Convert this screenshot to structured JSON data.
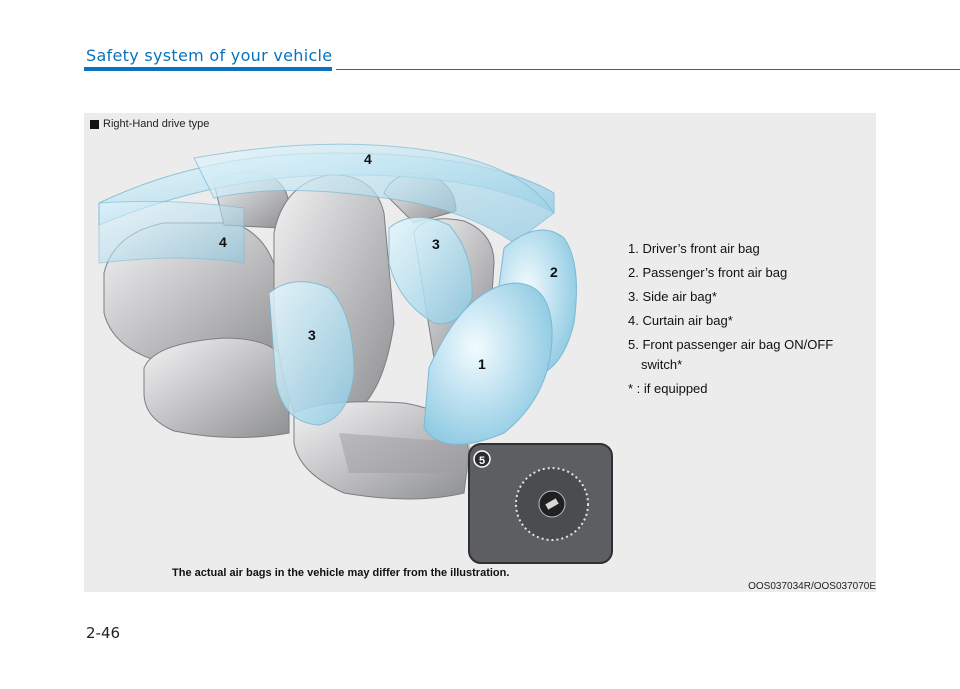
{
  "header": {
    "section_title": "Safety system of your vehicle"
  },
  "figure": {
    "label": "Right-Hand drive type",
    "callouts": {
      "c1": "1",
      "c2": "2",
      "c3a": "3",
      "c3b": "3",
      "c4a": "4",
      "c4b": "4",
      "c5": "5"
    },
    "legend": [
      {
        "text": "1. Driver’s front air bag"
      },
      {
        "text": "2. Passenger’s front air bag"
      },
      {
        "text": "3. Side air bag*"
      },
      {
        "text": "4. Curtain air bag*"
      },
      {
        "text": "5. Front passenger air bag ON/OFF",
        "cont": "switch*"
      },
      {
        "text": "* : if equipped"
      }
    ],
    "caption": "The actual air bags in the vehicle may differ from the illustration.",
    "code": "OOS037034R/OOS037070E"
  },
  "footer": {
    "page_number": "2-46"
  },
  "colors": {
    "accent": "#0a72bd",
    "figure_bg": "#ececed",
    "airbag": "#bfe6f4"
  }
}
